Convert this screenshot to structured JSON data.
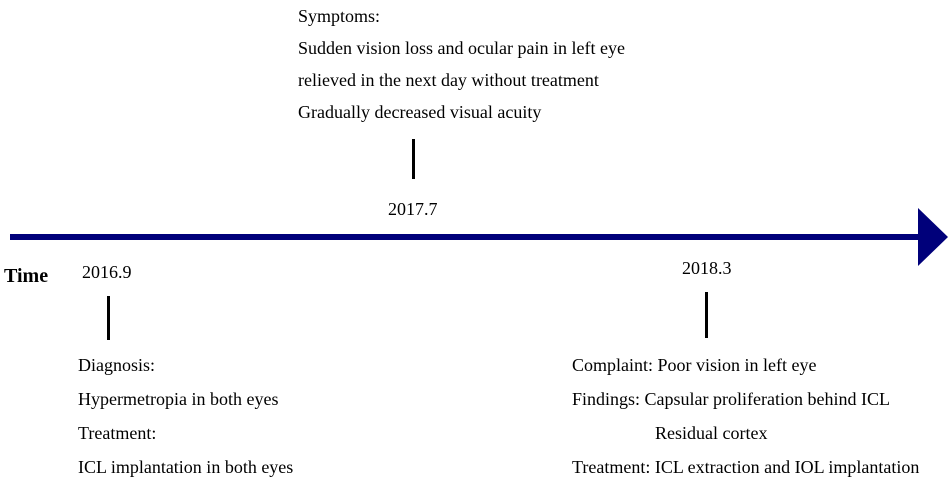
{
  "axis": {
    "label": "Time",
    "color": "#00007a"
  },
  "events": {
    "e2016": {
      "date": "2016.9",
      "lines": [
        "Diagnosis:",
        "Hypermetropia in both eyes",
        "Treatment:",
        "ICL implantation in both eyes"
      ]
    },
    "e2017": {
      "date": "2017.7",
      "lines": [
        "Symptoms:",
        "Sudden vision loss and ocular pain in left eye",
        "relieved in the next day without treatment",
        "Gradually decreased visual acuity"
      ]
    },
    "e2018": {
      "date": "2018.3",
      "lines": [
        "Complaint: Poor vision in left eye",
        "Findings: Capsular proliferation behind ICL",
        "Residual cortex",
        "Treatment: ICL extraction and IOL implantation"
      ]
    }
  }
}
